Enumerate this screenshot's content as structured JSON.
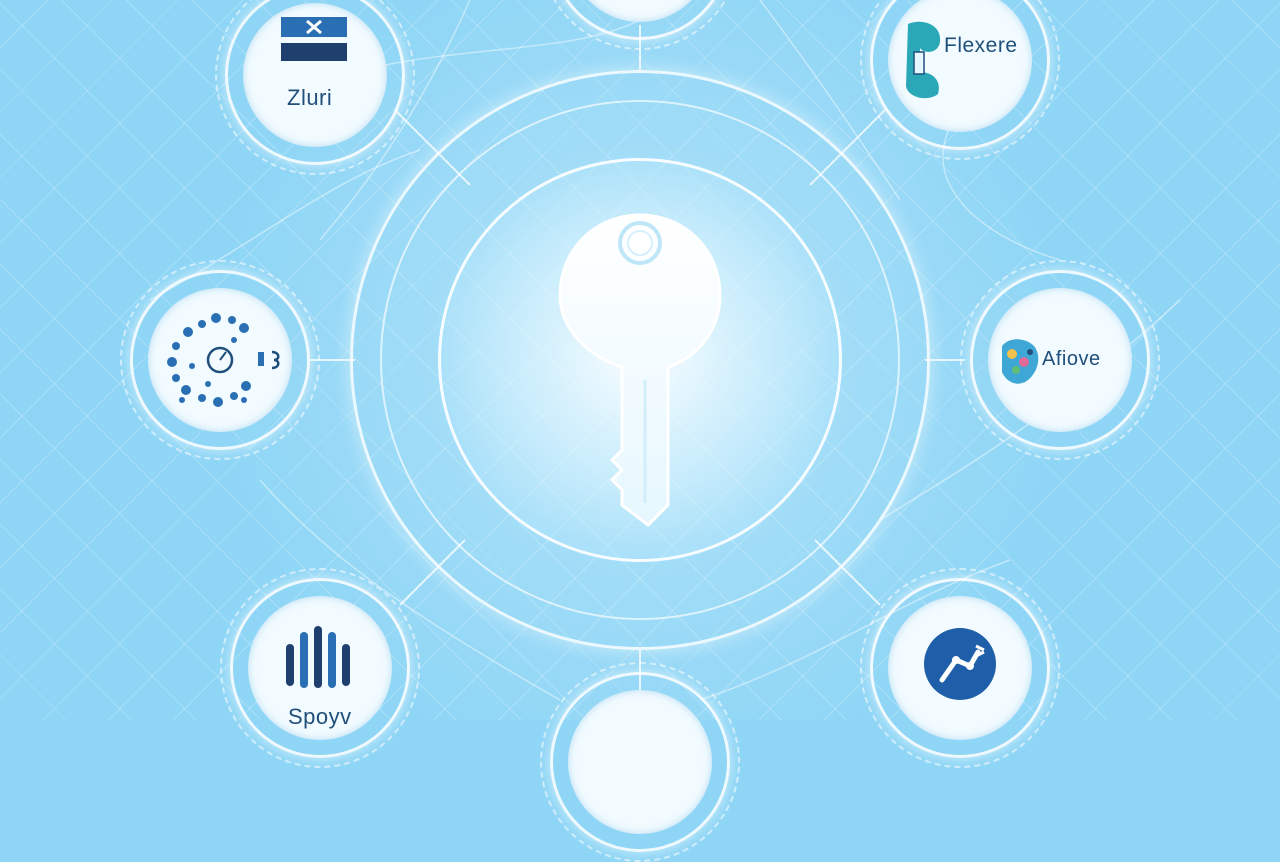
{
  "brands": {
    "zluri": "Zluri",
    "flexere": "Flexere",
    "afiove": "Afiove",
    "spoyv": "Spoyv"
  },
  "icons": {
    "center": "key-icon",
    "zluri": "zluri-logo-icon",
    "flexere": "flexere-logo-icon",
    "afiove": "afiove-logo-icon",
    "spoyv": "spoyv-logo-icon",
    "left": "gauge-scatter-icon",
    "bottom_right": "robotic-arm-icon"
  },
  "colors": {
    "background": "#8fd6f6",
    "navy": "#1f4f7a",
    "teal": "#2aa8b8",
    "blue": "#2a6fb3"
  }
}
